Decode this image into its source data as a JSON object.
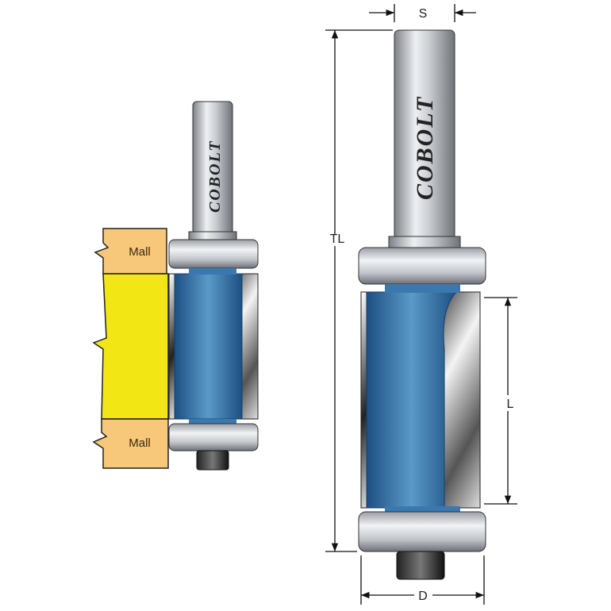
{
  "brand": "COBOLT",
  "template_labels": {
    "top": "Mall",
    "bottom": "Mall"
  },
  "dimensions": {
    "shank": "S",
    "total_length": "TL",
    "cutting_length": "L",
    "diameter": "D"
  },
  "colors": {
    "cutter_blue": "#2f6fa8",
    "template": "#f7c77a",
    "workpiece": "#f2e614",
    "steel": "#b8bcc2"
  }
}
